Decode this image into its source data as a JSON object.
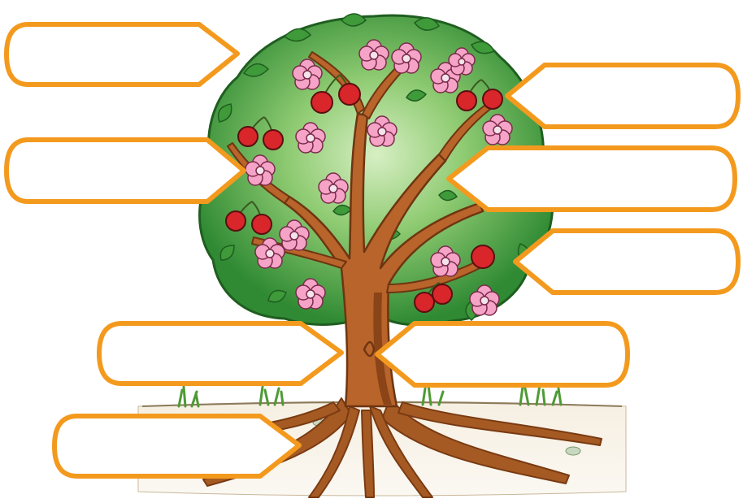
{
  "diagram": {
    "subject": "tree-parts-worksheet",
    "colors": {
      "callout_stroke": "#f39a1e",
      "callout_fill": "#ffffff",
      "foliage": "#3f9a3a",
      "foliage_light": "#bfe3a6",
      "trunk": "#b8642a",
      "trunk_shadow": "#8a4418",
      "root": "#a55a24",
      "fruit": "#d8262b",
      "flower": "#f5a3c7",
      "flower_center": "#f3e3ea",
      "grass": "#5aa83c",
      "soil": "#f3ece0"
    },
    "labels": [
      {
        "id": "top-left",
        "points_to": "leaves",
        "text": ""
      },
      {
        "id": "middle-left",
        "points_to": "flower",
        "text": ""
      },
      {
        "id": "bottom-left-upper",
        "points_to": "trunk",
        "text": ""
      },
      {
        "id": "bottom-left-lower",
        "points_to": "roots",
        "text": ""
      },
      {
        "id": "top-right",
        "points_to": "fruit",
        "text": ""
      },
      {
        "id": "upper-middle-right",
        "points_to": "branch",
        "text": ""
      },
      {
        "id": "lower-middle-right",
        "points_to": "fruit",
        "text": ""
      },
      {
        "id": "bottom-right",
        "points_to": "trunk",
        "text": ""
      }
    ]
  }
}
